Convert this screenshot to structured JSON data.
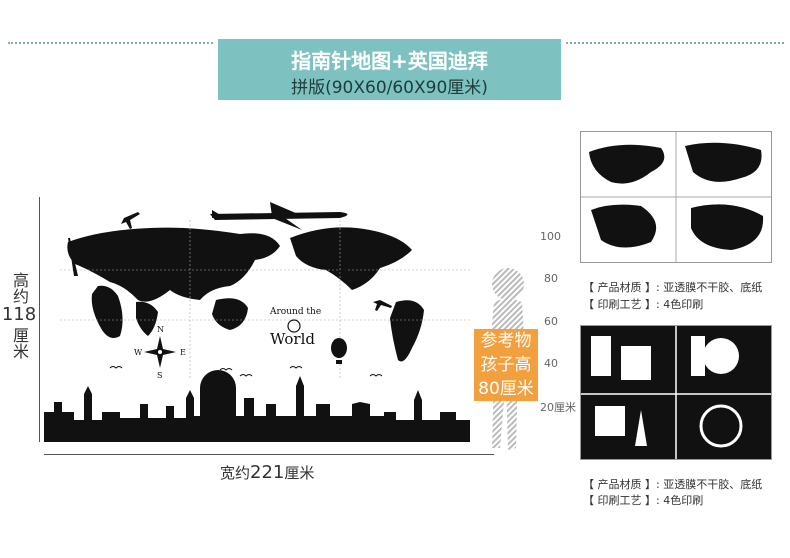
{
  "header": {
    "title_line1": "指南针地图+英国迪拜",
    "title_line2": "拼版(90X60/60X90厘米)"
  },
  "height_label": {
    "prefix": "高约",
    "value": "118",
    "unit": "厘米"
  },
  "width_label": {
    "prefix": "宽约",
    "value": "221",
    "unit": "厘米"
  },
  "ruler_ticks": [
    "100",
    "80",
    "60",
    "40",
    "20厘米"
  ],
  "reference_box": [
    "参考物",
    "孩子高",
    "80厘米"
  ],
  "map_text": {
    "around": "Around the",
    "world": "World"
  },
  "compass": {
    "n": "N",
    "s": "S",
    "e": "E",
    "w": "W"
  },
  "product1": {
    "material_label": "【 产品材质 】: ",
    "material_value": "亚透膜不干胶、底纸",
    "process_label": "【 印刷工艺 】: ",
    "process_value": "4色印刷"
  },
  "product2": {
    "material_label": "【 产品材质 】: ",
    "material_value": "亚透膜不干胶、底纸",
    "process_label": "【 印刷工艺 】: ",
    "process_value": "4色印刷"
  },
  "colors": {
    "banner": "#7dc2c0",
    "reference": "#f29f3d",
    "ink": "#111111"
  }
}
